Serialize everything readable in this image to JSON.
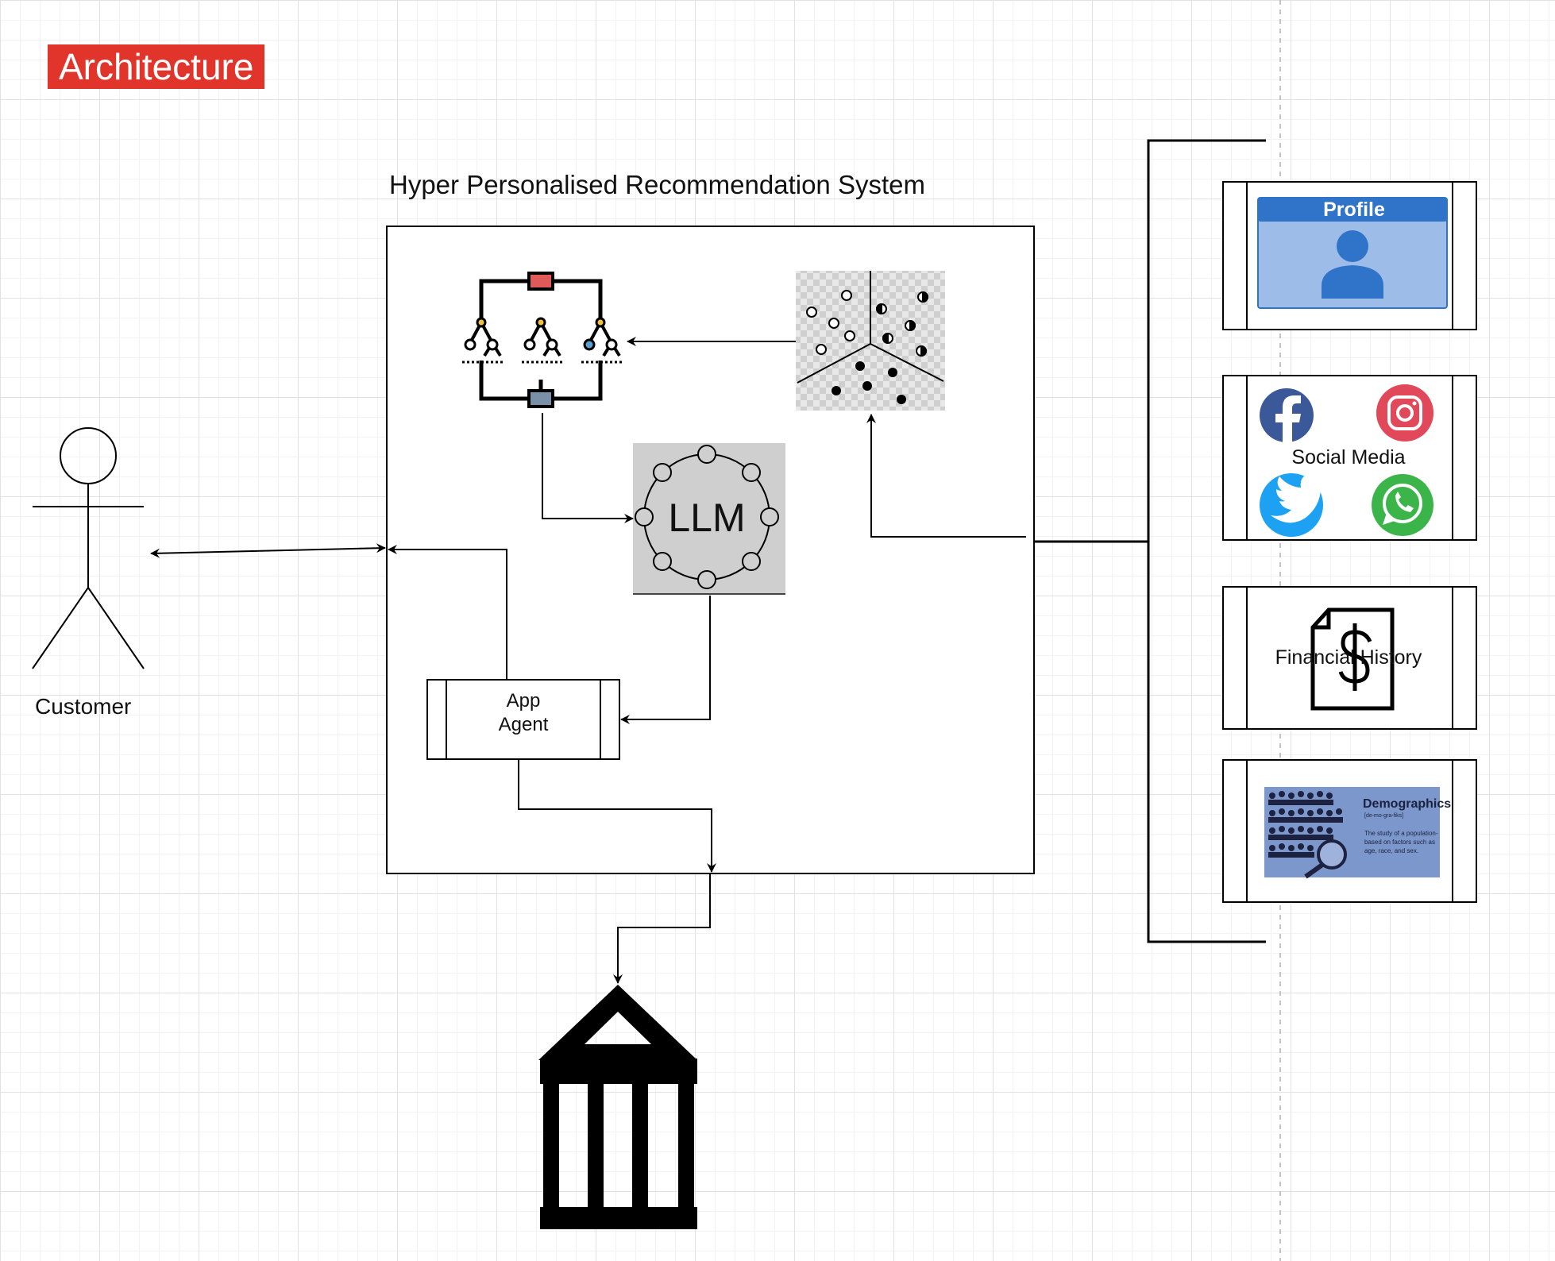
{
  "title": "Architecture",
  "system": {
    "title": "Hyper Personalised Recommendation System",
    "llm_label": "LLM",
    "app_agent_label": "App\nAgent",
    "app_agent_lines": [
      "App",
      "Agent"
    ]
  },
  "actor": {
    "label": "Customer"
  },
  "sources": {
    "profile": {
      "title": "Profile"
    },
    "social_media": {
      "label": "Social Media"
    },
    "financial_history": {
      "label": "Financial History"
    },
    "demographics": {
      "heading": "Demographics",
      "pronunciation": "[de-mo-gra-fiks]",
      "description": "The study of a population-based on factors such as age, race, and sex."
    }
  },
  "icons": {
    "actor": "stick-figure-icon",
    "model_tree": "ensemble-decision-tree-icon",
    "clustering": "clustering-scatter-icon",
    "llm": "llm-network-icon",
    "bank": "bank-building-icon",
    "profile": "user-profile-card-icon",
    "facebook": "facebook-icon",
    "instagram": "instagram-icon",
    "twitter": "twitter-icon",
    "whatsapp": "whatsapp-icon",
    "financial": "dollar-document-icon",
    "demographics": "demographics-people-icon"
  },
  "colors": {
    "title_badge": "#e1342a",
    "profile_header": "#2f74c9",
    "profile_body": "#9dbde8",
    "facebook": "#3b5998",
    "twitter": "#1da1f2",
    "whatsapp": "#3bb54a",
    "llm_background": "#cfcfcf",
    "demographics_background": "#7b97cc"
  }
}
